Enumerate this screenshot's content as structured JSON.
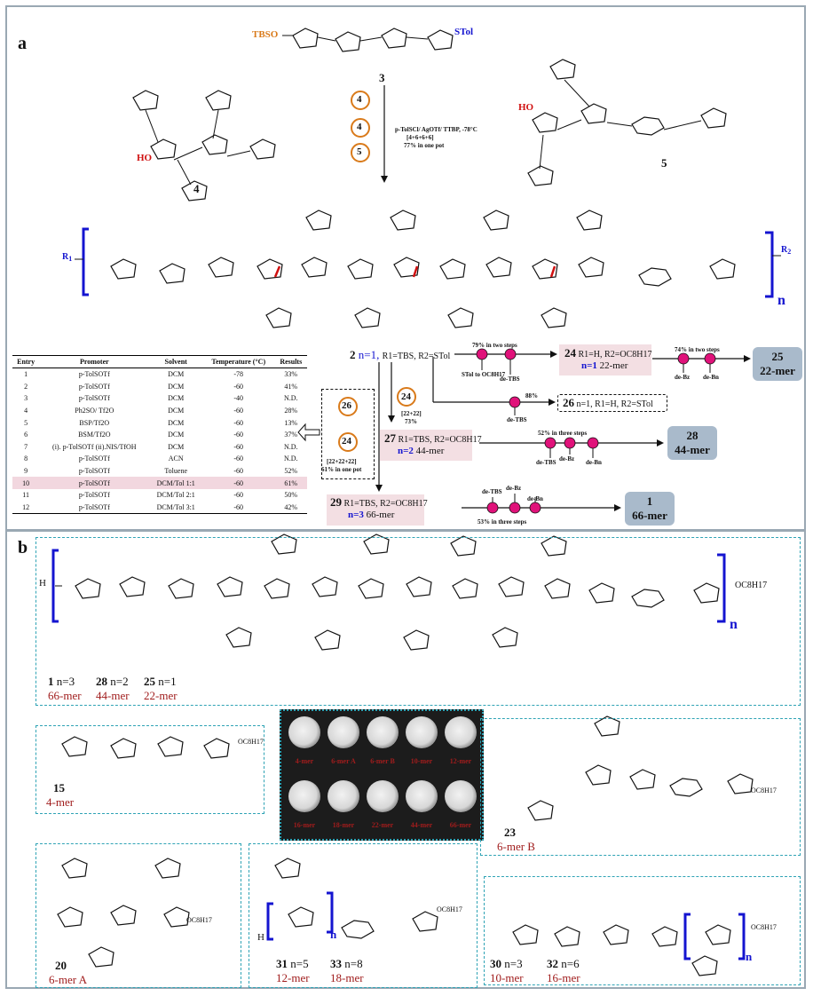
{
  "panel_a": {
    "letter": "a",
    "compounds": {
      "c3": "3",
      "c4": "4",
      "c5": "5",
      "tbso": "TBSO",
      "stol": "STol",
      "ho": "HO"
    },
    "reaction": {
      "pieces": [
        "4",
        "4",
        "5"
      ],
      "conditions": "p-TolSCl/ AgOTf/ TTBP, -78°C",
      "assembly": "[4+6+6+6]",
      "yield": "77% in one pot"
    },
    "repeat": {
      "r1": "R",
      "r1_sub": "1",
      "r2": "R",
      "r2_sub": "2",
      "n": "n"
    },
    "table": {
      "headers": [
        "Entry",
        "Promoter",
        "Solvent",
        "Temperature (°C)",
        "Results"
      ],
      "rows": [
        [
          "1",
          "p-TolSOTf",
          "DCM",
          "-78",
          "33%"
        ],
        [
          "2",
          "p-TolSOTf",
          "DCM",
          "-60",
          "41%"
        ],
        [
          "3",
          "p-TolSOTf",
          "DCM",
          "-40",
          "N.D."
        ],
        [
          "4",
          "Ph2SO/ Tf2O",
          "DCM",
          "-60",
          "28%"
        ],
        [
          "5",
          "BSP/Tf2O",
          "DCM",
          "-60",
          "13%"
        ],
        [
          "6",
          "BSM/Tf2O",
          "DCM",
          "-60",
          "37%"
        ],
        [
          "7",
          "(i). p-TolSOTf (ii).NIS/TfOH",
          "DCM",
          "-60",
          "N.D."
        ],
        [
          "8",
          "p-TolSOTf",
          "ACN",
          "-60",
          "N.D."
        ],
        [
          "9",
          "p-TolSOTf",
          "Toluene",
          "-60",
          "52%"
        ],
        [
          "10",
          "p-TolSOTf",
          "DCM/Tol 1:1",
          "-60",
          "61%"
        ],
        [
          "11",
          "p-TolSOTf",
          "DCM/Tol 2:1",
          "-60",
          "50%"
        ],
        [
          "12",
          "p-TolSOTf",
          "DCM/Tol 3:1",
          "-60",
          "42%"
        ]
      ],
      "highlight_row": 10
    },
    "scheme": {
      "c2": "2",
      "c2_n": "n=1,",
      "c2_rest": "R1=TBS, R2=STol",
      "step_79": "79% in two steps",
      "step_79_a": "STol to OC8H17",
      "step_79_b": "de-TBS",
      "c24": "24",
      "c24_text": "R1=H, R2=OC8H17",
      "c24_n": "n=1",
      "c24_mer": "22-mer",
      "step_74": "74% in two steps",
      "step_74_a": "de-Bz",
      "step_74_b": "de-Bn",
      "c25": "25",
      "c25_mer": "22-mer",
      "step_88": "88%",
      "step_88_a": "de-TBS",
      "c26": "26",
      "c26_text": "n=1, R1=H, R2=STol",
      "d24": "24",
      "d24_cond": "[22+22]",
      "d24_yield": "73%",
      "c27": "27",
      "c27_text": "R1=TBS, R2=OC8H17",
      "c27_n": "n=2",
      "c27_mer": "44-mer",
      "step_52": "52% in three steps",
      "step_52_a": "de-TBS",
      "step_52_b": "de-Bz",
      "step_52_c": "de-Bn",
      "c28": "28",
      "c28_mer": "44-mer",
      "box_26": "26",
      "box_24": "24",
      "box_cond": "[22+22+22]",
      "box_yield": "61% in one pot",
      "c29": "29",
      "c29_text": "R1=TBS, R2=OC8H17",
      "c29_n": "n=3",
      "c29_mer": "66-mer",
      "step_53": "53% in three steps",
      "step_53_a": "de-TBS",
      "step_53_b": "de-Bz",
      "step_53_c": "de-Bn",
      "c1": "1",
      "c1_mer": "66-mer"
    }
  },
  "panel_b": {
    "letter": "b",
    "main": {
      "h": "H",
      "oc8": "OC8H17",
      "n": "n",
      "labels": [
        {
          "num": "1",
          "n": "n=3",
          "mer": "66-mer"
        },
        {
          "num": "28",
          "n": "n=2",
          "mer": "44-mer"
        },
        {
          "num": "25",
          "n": "n=1",
          "mer": "22-mer"
        }
      ]
    },
    "c15": {
      "num": "15",
      "mer": "4-mer"
    },
    "c23": {
      "num": "23",
      "mer": "6-mer B"
    },
    "c20": {
      "num": "20",
      "mer": "6-mer A"
    },
    "c31": {
      "num": "31",
      "n": "n=5",
      "mer": "12-mer"
    },
    "c33": {
      "num": "33",
      "n": "n=8",
      "mer": "18-mer"
    },
    "c30": {
      "num": "30",
      "n": "n=3",
      "mer": "10-mer"
    },
    "c32": {
      "num": "32",
      "n": "n=6",
      "mer": "16-mer"
    },
    "photo_labels_top": [
      "4-mer",
      "6-mer A",
      "6-mer B",
      "10-mer",
      "12-mer"
    ],
    "photo_labels_bottom": [
      "16-mer",
      "18-mer",
      "22-mer",
      "44-mer",
      "66-mer"
    ]
  },
  "colors": {
    "accent_blue": "#1414d0",
    "dark_red": "#a01c1c",
    "pink": "#e0127a",
    "orange": "#d97a1a",
    "teal_dash": "#2fa3b5",
    "pill": "#a9bacb"
  }
}
